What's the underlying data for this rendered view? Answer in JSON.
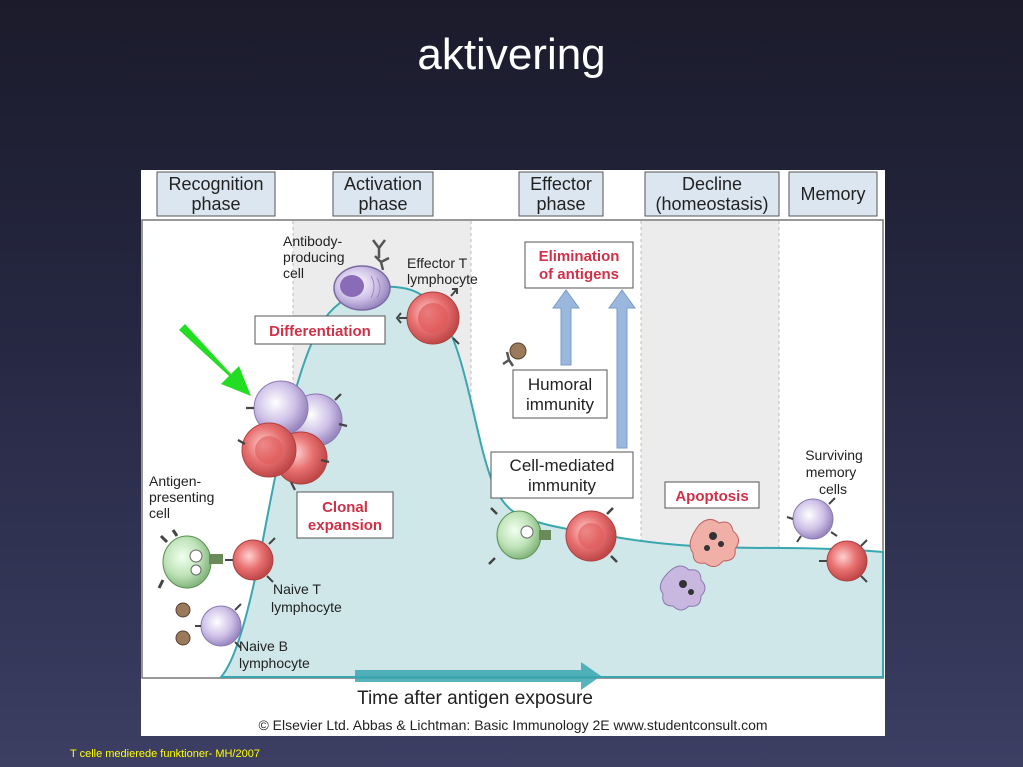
{
  "slide": {
    "title": "aktivering",
    "footer": "T celle medierede funktioner- MH/2007"
  },
  "diagram": {
    "phases": [
      {
        "line1": "Recognition",
        "line2": "phase"
      },
      {
        "line1": "Activation",
        "line2": "phase"
      },
      {
        "line1": "Effector",
        "line2": "phase"
      },
      {
        "line1": "Decline",
        "line2": "(homeostasis)"
      },
      {
        "line1": "Memory",
        "line2": ""
      }
    ],
    "labels": {
      "antibody_producing": [
        "Antibody-",
        "producing",
        "cell"
      ],
      "effector_t": [
        "Effector T",
        "lymphocyte"
      ],
      "differentiation": "Differentiation",
      "elimination": [
        "Elimination",
        "of antigens"
      ],
      "humoral": [
        "Humoral",
        "immunity"
      ],
      "cell_mediated": [
        "Cell-mediated",
        "immunity"
      ],
      "clonal": [
        "Clonal",
        "expansion"
      ],
      "apc": [
        "Antigen-",
        "presenting",
        "cell"
      ],
      "apoptosis": "Apoptosis",
      "surviving": [
        "Surviving",
        "memory",
        "cells"
      ],
      "naive_t": [
        "Naive T",
        "lymphocyte"
      ],
      "naive_b": [
        "Naive B",
        "lymphocyte"
      ],
      "time_axis": "Time after antigen exposure",
      "credit": "© Elsevier Ltd. Abbas & Lichtman: Basic Immunology 2E www.studentconsult.com"
    },
    "colors": {
      "curve_fill": "#cfe7e8",
      "curve_stroke": "#3aa6b0",
      "red_label": "#d03048",
      "phase_box": "#dbe6f0",
      "arrow_green": "#22dd22",
      "t_cell": "#e07070",
      "b_cell": "#c8b8e0",
      "apc": "#b8e0b0"
    }
  }
}
